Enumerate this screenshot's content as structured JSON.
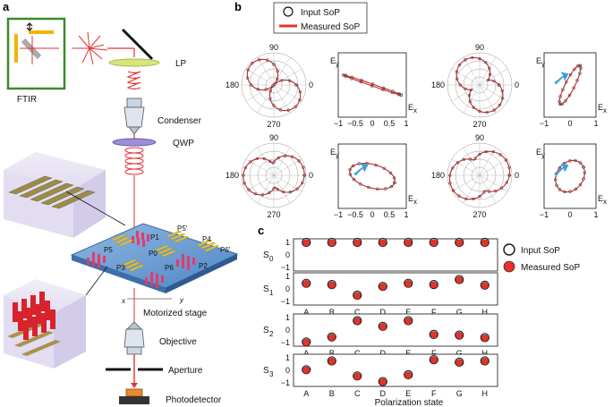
{
  "panels": {
    "a": "a",
    "b": "b",
    "c": "c"
  },
  "setup": {
    "ftir": "FTIR",
    "lp": "LP",
    "condenser": "Condenser",
    "qwp": "QWP",
    "motorized_stage": "Motorized stage",
    "objective": "Objective",
    "aperture": "Aperture",
    "photodetector": "Photodetector",
    "sample_labels": [
      "P5′",
      "P1",
      "P4",
      "P6′",
      "P5",
      "P0",
      "P3",
      "P2",
      "P6"
    ],
    "axis_x": "x",
    "axis_y": "y"
  },
  "legend_b": {
    "input": "Input SoP",
    "measured": "Measured SoP"
  },
  "polar_ticks": [
    "90",
    "180",
    "0",
    "270"
  ],
  "ellipse_axes": {
    "ex": "E",
    "ex_sub": "x",
    "ey": "E",
    "ey_sub": "y",
    "ticks": [
      "−1",
      "−0.5",
      "0",
      "0.5",
      "1"
    ]
  },
  "legend_c": {
    "input": "Input SoP",
    "measured": "Measured SoP"
  },
  "chart_data": {
    "type": "scatter",
    "xlabel": "Polarization state",
    "categories": [
      "A",
      "B",
      "C",
      "D",
      "E",
      "F",
      "G",
      "H"
    ],
    "ylim": [
      -1,
      1
    ],
    "yticks": [
      "1",
      "0",
      "−1"
    ],
    "rows": [
      {
        "label": "S",
        "sub": "0",
        "input": [
          1,
          1,
          1,
          1,
          1,
          1,
          1,
          1
        ],
        "measured": [
          1,
          1,
          1,
          1,
          1,
          1,
          1,
          1
        ]
      },
      {
        "label": "S",
        "sub": "1",
        "input": [
          0.45,
          0.35,
          -0.5,
          0.2,
          0.45,
          0.35,
          0.75,
          0.3
        ],
        "measured": [
          0.45,
          0.35,
          -0.5,
          0.2,
          0.45,
          0.35,
          0.75,
          0.3
        ]
      },
      {
        "label": "S",
        "sub": "2",
        "input": [
          -0.95,
          -0.55,
          0.75,
          0.3,
          0.75,
          -0.35,
          -0.4,
          -0.6
        ],
        "measured": [
          -0.95,
          -0.55,
          0.75,
          0.3,
          0.75,
          -0.35,
          -0.4,
          -0.6
        ]
      },
      {
        "label": "S",
        "sub": "3",
        "input": [
          0.05,
          0.75,
          -0.45,
          -0.9,
          -0.35,
          0.85,
          0.65,
          0.75
        ],
        "measured": [
          0.05,
          0.75,
          -0.45,
          -0.9,
          -0.35,
          0.85,
          0.65,
          0.75
        ]
      }
    ],
    "colors": {
      "measured": "#e8302a",
      "input": "#000000"
    }
  }
}
